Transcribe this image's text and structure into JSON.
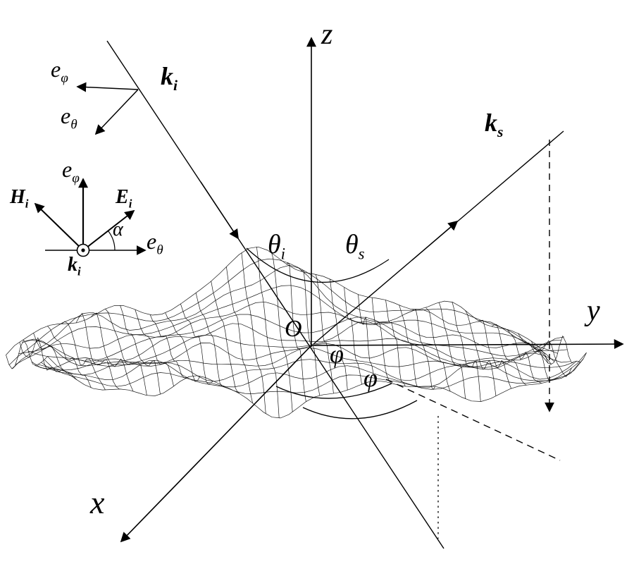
{
  "figure": {
    "background": "#ffffff",
    "ink": "#000000"
  },
  "axes": {
    "x": "x",
    "y": "y",
    "z": "z"
  },
  "vectors": {
    "k_incident": {
      "main": "k",
      "sub": "i"
    },
    "k_scattered": {
      "main": "k",
      "sub": "s"
    }
  },
  "angles": {
    "theta_incident": {
      "main": "θ",
      "sub": "i"
    },
    "theta_scattered": {
      "main": "θ",
      "sub": "s"
    },
    "phi_incident": "φ",
    "phi_scattered": "φ"
  },
  "origin_label": "O",
  "polarization_upper": {
    "e_phi": {
      "main": "e",
      "sub": "φ"
    },
    "e_theta": {
      "main": "e",
      "sub": "θ"
    }
  },
  "polarization_inset": {
    "e_phi": {
      "main": "e",
      "sub": "φ"
    },
    "e_theta": {
      "main": "e",
      "sub": "θ"
    },
    "E_incident": {
      "main": "E",
      "sub": "i"
    },
    "H_incident": {
      "main": "H",
      "sub": "i"
    },
    "k_incident": {
      "main": "k",
      "sub": "i"
    },
    "alpha": "α"
  }
}
